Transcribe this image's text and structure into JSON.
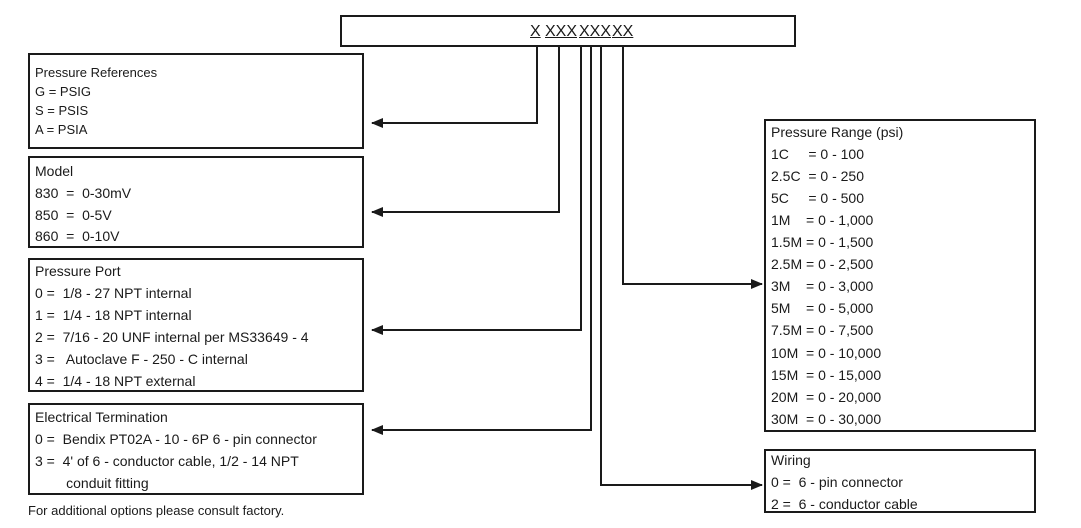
{
  "code": [
    "X",
    "XXX",
    "XXX",
    "XX"
  ],
  "pressure_references": {
    "title": "Pressure References",
    "items": [
      "G = PSIG",
      "S = PSIS",
      "A = PSIA"
    ]
  },
  "model": {
    "title": "Model",
    "items": [
      "830  =  0-30mV",
      "850  =  0-5V",
      "860  =  0-10V"
    ]
  },
  "pressure_port": {
    "title": "Pressure Port",
    "items": [
      "0 =  1/8 - 27 NPT internal",
      "1 =  1/4 - 18 NPT internal",
      "2 =  7/16 - 20 UNF internal per MS33649 - 4",
      "3 =   Autoclave F - 250 - C internal",
      "4 =  1/4 - 18 NPT external"
    ]
  },
  "electrical_termination": {
    "title": "Electrical Termination",
    "items": [
      "0 =  Bendix PT02A - 10 - 6P 6 - pin connector",
      "3 =  4' of 6 - conductor cable, 1/2 - 14 NPT",
      "        conduit fitting"
    ]
  },
  "pressure_range": {
    "title": "Pressure Range (psi)",
    "items": [
      "1C     = 0 - 100",
      "2.5C  = 0 - 250",
      "5C     = 0 - 500",
      "1M    = 0 - 1,000",
      "1.5M = 0 - 1,500",
      "2.5M = 0 - 2,500",
      "3M    = 0 - 3,000",
      "5M    = 0 - 5,000",
      "7.5M = 0 - 7,500",
      "10M  = 0 - 10,000",
      "15M  = 0 - 15,000",
      "20M  = 0 - 20,000",
      "30M  = 0 - 30,000"
    ]
  },
  "wiring": {
    "title": "Wiring",
    "items": [
      "0 =  6 - pin connector",
      "2 =  6 - conductor cable"
    ]
  },
  "footnote": "For additional options please consult factory."
}
